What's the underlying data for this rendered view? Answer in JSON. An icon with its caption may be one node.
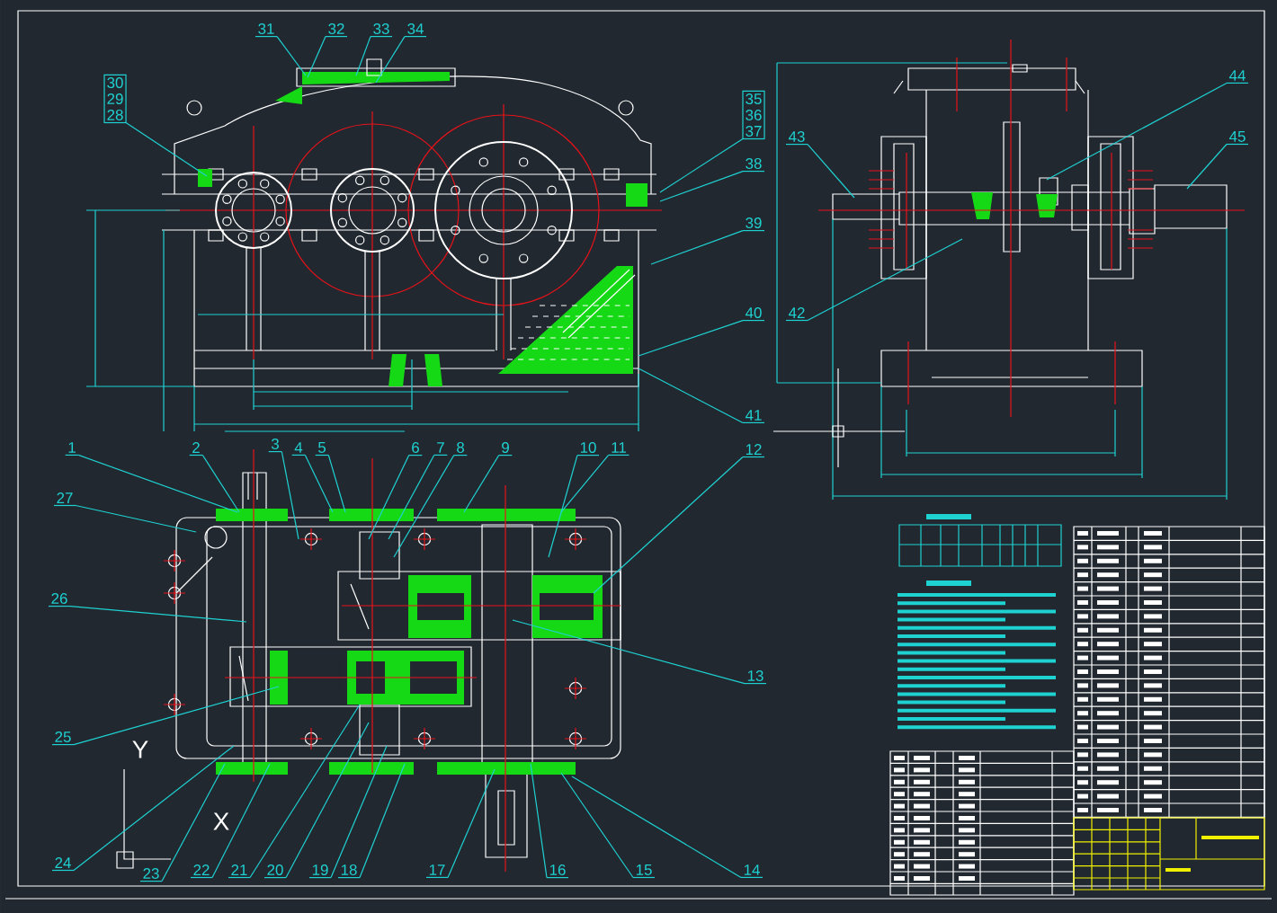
{
  "diagram": {
    "nodes": [
      {
        "text": [
          "31"
        ]
      },
      {
        "text": [
          "32"
        ]
      },
      {
        "text": [
          "33"
        ]
      },
      {
        "text": [
          "34"
        ]
      },
      {
        "text": [
          "30",
          "29",
          "28"
        ]
      },
      {
        "text": [
          "35",
          "36",
          "37"
        ]
      },
      {
        "text": [
          "43"
        ]
      },
      {
        "text": [
          "44"
        ]
      },
      {
        "text": [
          "45"
        ]
      },
      {
        "text": [
          "38"
        ]
      },
      {
        "text": [
          "39"
        ]
      },
      {
        "text": [
          "42"
        ]
      },
      {
        "text": [
          "40"
        ]
      },
      {
        "text": [
          "41"
        ]
      },
      {
        "text": [
          "12"
        ]
      },
      {
        "text": [
          "1"
        ]
      },
      {
        "text": [
          "2"
        ]
      },
      {
        "text": [
          "3"
        ]
      },
      {
        "text": [
          "4"
        ]
      },
      {
        "text": [
          "5"
        ]
      },
      {
        "text": [
          "6"
        ]
      },
      {
        "text": [
          "7"
        ]
      },
      {
        "text": [
          "8"
        ]
      },
      {
        "text": [
          "9"
        ]
      },
      {
        "text": [
          "10"
        ]
      },
      {
        "text": [
          "11"
        ]
      },
      {
        "text": [
          "27"
        ]
      },
      {
        "text": [
          "26"
        ]
      },
      {
        "text": [
          "13"
        ]
      },
      {
        "text": [
          "25"
        ]
      },
      {
        "text": [
          "24"
        ]
      },
      {
        "text": [
          "23"
        ]
      },
      {
        "text": [
          "22"
        ]
      },
      {
        "text": [
          "21"
        ]
      },
      {
        "text": [
          "20"
        ]
      },
      {
        "text": [
          "19"
        ]
      },
      {
        "text": [
          "18"
        ]
      },
      {
        "text": [
          "17"
        ]
      },
      {
        "text": [
          "16"
        ]
      },
      {
        "text": [
          "15"
        ]
      },
      {
        "text": [
          "14"
        ]
      }
    ],
    "edges": [
      {
        "from": 0,
        "to": null,
        "arrow": "none"
      },
      {
        "from": 1,
        "to": null,
        "arrow": "none"
      },
      {
        "from": 2,
        "to": null,
        "arrow": "none"
      },
      {
        "from": 3,
        "to": null,
        "arrow": "none"
      },
      {
        "from": 4,
        "to": null,
        "arrow": "none"
      },
      {
        "from": 5,
        "to": null,
        "arrow": "none"
      },
      {
        "from": 6,
        "to": null,
        "arrow": "none"
      },
      {
        "from": 7,
        "to": null,
        "arrow": "none"
      },
      {
        "from": 8,
        "to": null,
        "arrow": "none"
      },
      {
        "from": 9,
        "to": null,
        "arrow": "none"
      },
      {
        "from": 10,
        "to": null,
        "arrow": "none"
      },
      {
        "from": 11,
        "to": null,
        "arrow": "none"
      },
      {
        "from": 12,
        "to": null,
        "arrow": "none"
      },
      {
        "from": 13,
        "to": null,
        "arrow": "none"
      },
      {
        "from": 14,
        "to": null,
        "arrow": "none"
      },
      {
        "from": 15,
        "to": null,
        "arrow": "none"
      },
      {
        "from": 16,
        "to": null,
        "arrow": "none"
      },
      {
        "from": 17,
        "to": null,
        "arrow": "none"
      },
      {
        "from": 18,
        "to": null,
        "arrow": "none"
      },
      {
        "from": 19,
        "to": null,
        "arrow": "none"
      },
      {
        "from": 20,
        "to": null,
        "arrow": "none"
      },
      {
        "from": 21,
        "to": null,
        "arrow": "none"
      },
      {
        "from": 22,
        "to": null,
        "arrow": "none"
      },
      {
        "from": 23,
        "to": null,
        "arrow": "none"
      },
      {
        "from": 24,
        "to": null,
        "arrow": "none"
      },
      {
        "from": 25,
        "to": null,
        "arrow": "none"
      },
      {
        "from": 26,
        "to": null,
        "arrow": "none"
      },
      {
        "from": 27,
        "to": null,
        "arrow": "none"
      },
      {
        "from": 28,
        "to": null,
        "arrow": "none"
      },
      {
        "from": 29,
        "to": null,
        "arrow": "none"
      },
      {
        "from": 30,
        "to": null,
        "arrow": "none"
      },
      {
        "from": 31,
        "to": null,
        "arrow": "none"
      },
      {
        "from": 32,
        "to": null,
        "arrow": "none"
      },
      {
        "from": 33,
        "to": null,
        "arrow": "none"
      },
      {
        "from": 34,
        "to": null,
        "arrow": "none"
      },
      {
        "from": 35,
        "to": null,
        "arrow": "none"
      },
      {
        "from": 36,
        "to": null,
        "arrow": "none"
      },
      {
        "from": 37,
        "to": null,
        "arrow": "none"
      },
      {
        "from": 38,
        "to": null,
        "arrow": "none"
      },
      {
        "from": 39,
        "to": null,
        "arrow": "none"
      },
      {
        "from": 40,
        "to": null,
        "arrow": "none"
      }
    ],
    "labels": [
      "Y",
      "X"
    ]
  }
}
